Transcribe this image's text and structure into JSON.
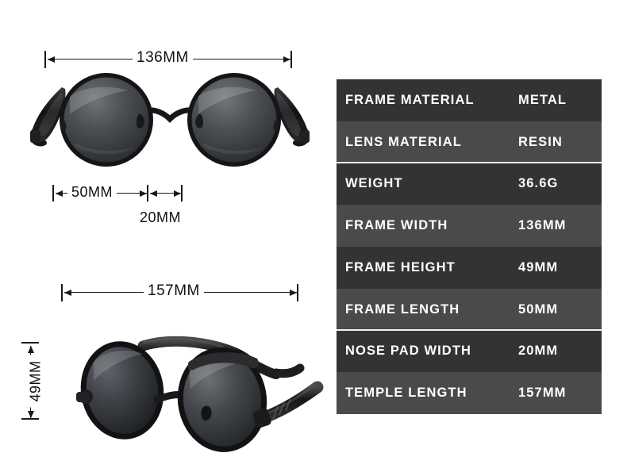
{
  "background_color": "#ffffff",
  "spec_table": {
    "row_colors": {
      "odd": "#333333",
      "even": "#4a4a4a"
    },
    "separator_color": "#f2f2f2",
    "text_color": "#ffffff",
    "rows": [
      {
        "label": "FRAME MATERIAL",
        "value": "METAL"
      },
      {
        "label": "LENS MATERIAL",
        "value": "RESIN"
      },
      {
        "label": "WEIGHT",
        "value": "36.6G"
      },
      {
        "label": "FRAME WIDTH",
        "value": "136MM"
      },
      {
        "label": "FRAME HEIGHT",
        "value": "49MM"
      },
      {
        "label": "FRAME LENGTH",
        "value": "50MM"
      },
      {
        "label": "NOSE PAD WIDTH",
        "value": "20MM"
      },
      {
        "label": "TEMPLE LENGTH",
        "value": "157MM"
      }
    ]
  },
  "diagrams": {
    "front_view": {
      "width_dimension": "136MM",
      "lens_dimension": "50MM",
      "nose_pad_dimension": "20MM"
    },
    "angled_view": {
      "temple_dimension": "157MM",
      "height_dimension": "49MM"
    }
  },
  "line_color": "#1a1a1a"
}
